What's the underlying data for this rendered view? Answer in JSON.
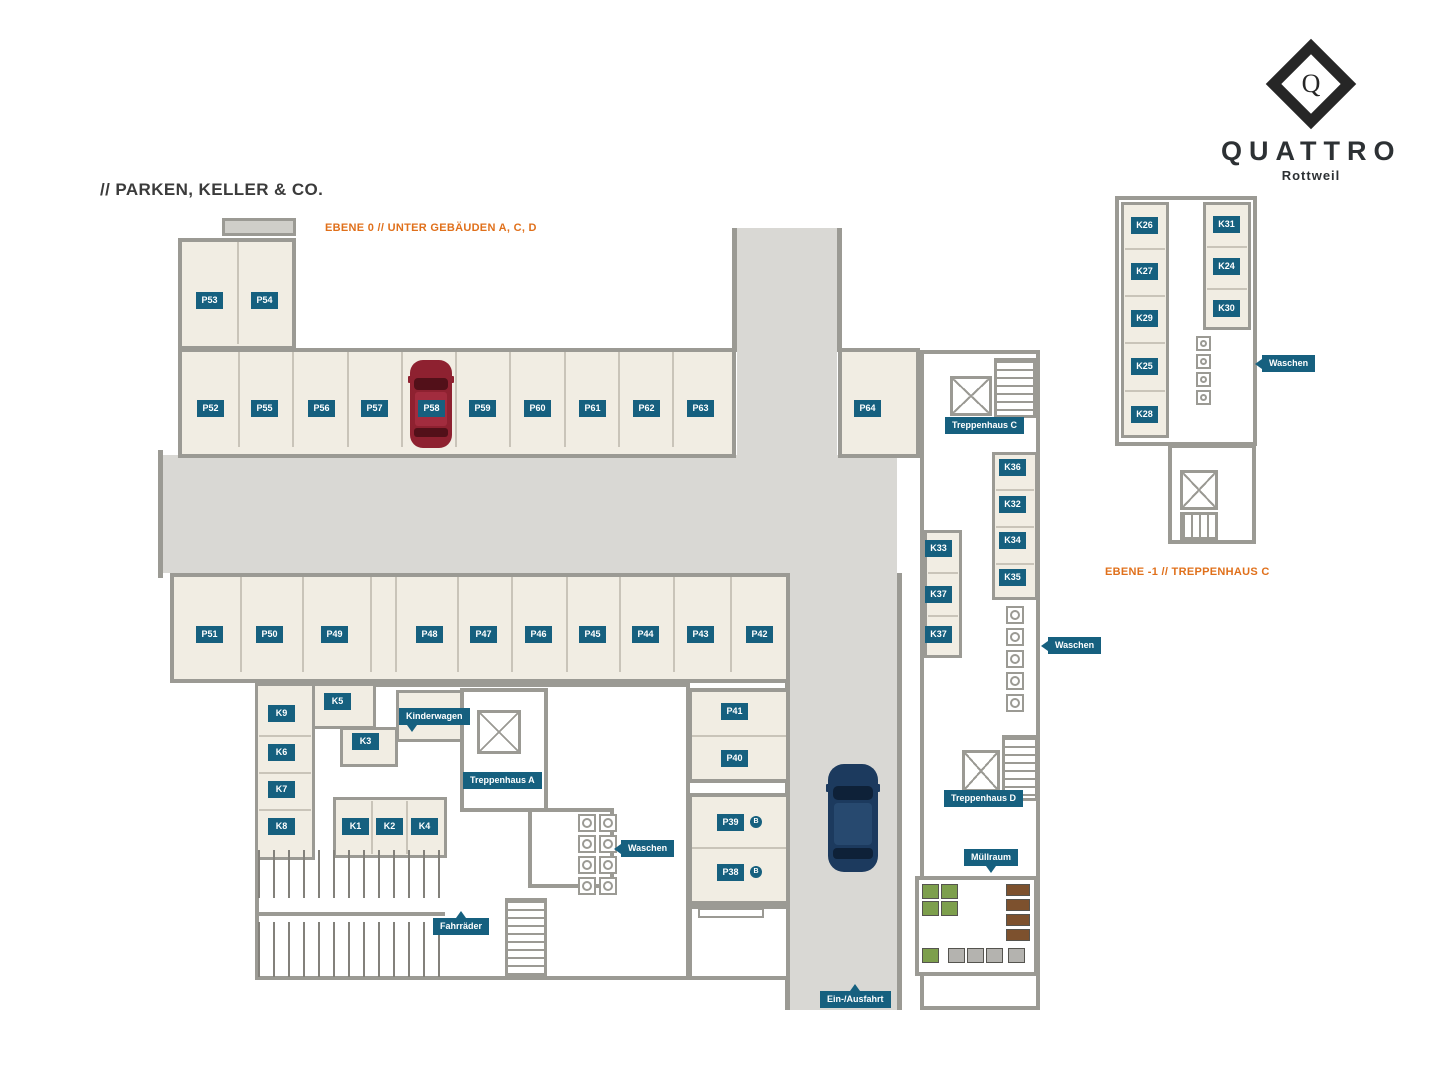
{
  "header": {
    "title": "// PARKEN, KELLER & CO.",
    "level_main": "EBENE 0 // UNTER GEBÄUDEN A, C, D",
    "level_small": "EBENE -1 // TREPPENHAUS C"
  },
  "logo": {
    "monogram": "Q",
    "brand": "QUATTRO",
    "sub": "Rottweil"
  },
  "colors": {
    "chip": "#16607f",
    "orange": "#e0701b",
    "room": "#f1ede3",
    "wall": "#9b9a94",
    "drive": "#d9d8d4"
  },
  "main_plan": {
    "parking_top_left": [
      "P53",
      "P54"
    ],
    "parking_top_row": [
      "P52",
      "P55",
      "P56",
      "P57",
      "P58",
      "P59",
      "P60",
      "P61",
      "P62",
      "P63"
    ],
    "parking_isolated": "P64",
    "parking_mid_row": [
      "P51",
      "P50",
      "P49",
      "P48",
      "P47",
      "P46",
      "P45",
      "P44",
      "P43",
      "P42"
    ],
    "parking_right_col": [
      "P41",
      "P40",
      "P39",
      "P38"
    ],
    "barrier_badge": "B",
    "cellar_left": [
      "K9",
      "K5",
      "K6",
      "K3",
      "K7",
      "K8",
      "K1",
      "K2",
      "K4"
    ],
    "cellar_right": [
      "K36",
      "K32",
      "K33",
      "K34",
      "K35",
      "K37",
      "K37"
    ],
    "tags": {
      "treppenhaus_c": "Treppenhaus C",
      "treppenhaus_a": "Treppenhaus A",
      "treppenhaus_d": "Treppenhaus D",
      "waschen_right": "Waschen",
      "waschen_left": "Waschen",
      "kinderwagen": "Kinderwagen",
      "fahrraeder": "Fahrräder",
      "muellraum": "Müllraum",
      "ein_ausfahrt": "Ein-/Ausfahrt"
    }
  },
  "small_plan": {
    "cellar_left": [
      "K26",
      "K27",
      "K29",
      "K25",
      "K28"
    ],
    "cellar_right": [
      "K31",
      "K24",
      "K30"
    ],
    "waschen": "Waschen"
  }
}
